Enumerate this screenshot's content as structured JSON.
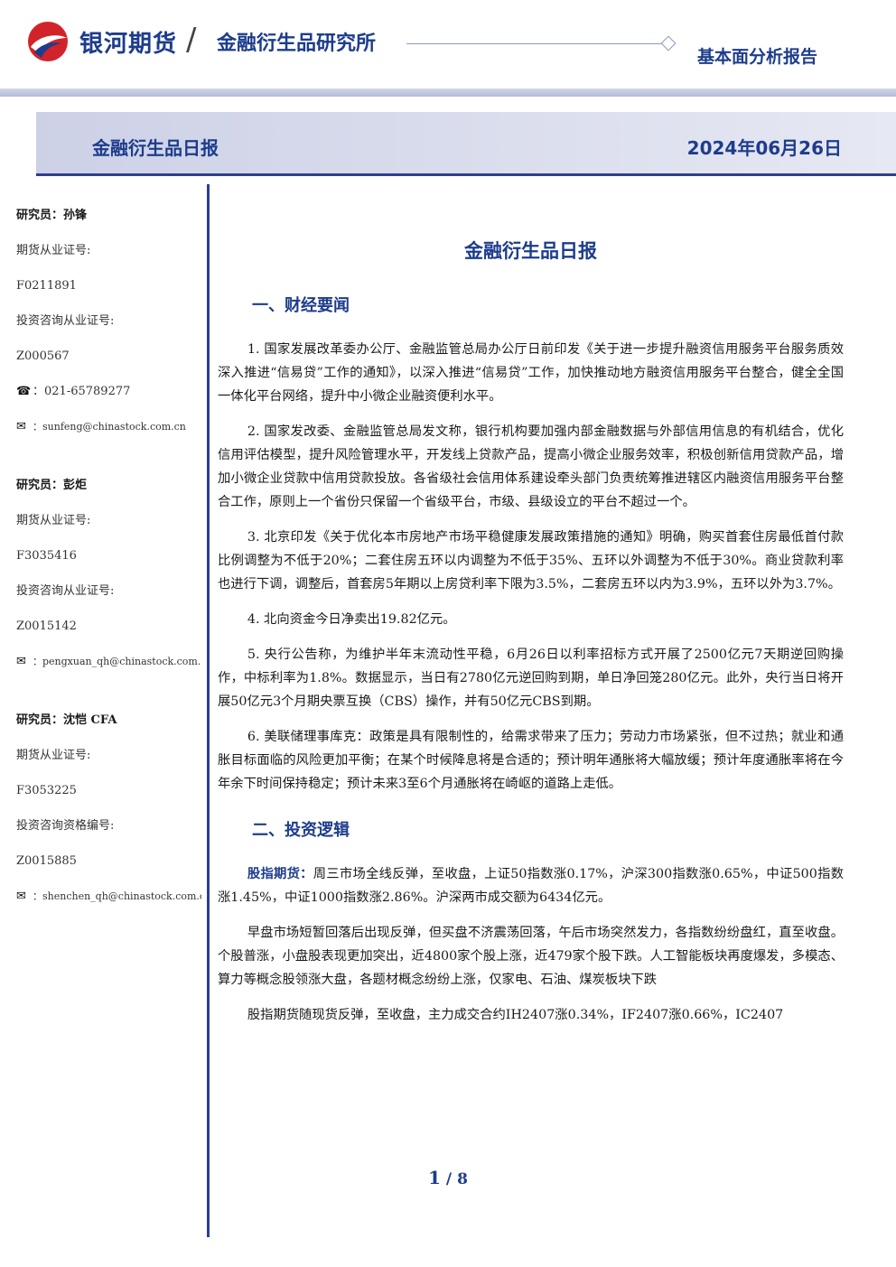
{
  "header": {
    "brand": "银河期货",
    "separator": "/",
    "institute": "金融衍生品研究所",
    "report_type": "基本面分析报告"
  },
  "banner": {
    "title": "金融衍生品日报",
    "date": "2024年06月26日"
  },
  "analysts": [
    {
      "name": "研究员：孙锋",
      "futures_cert_label": "期货从业证号:",
      "futures_cert": "F0211891",
      "consult_label": "投资咨询从业证号:",
      "consult_cert": "Z000567",
      "phone_prefix": "：",
      "phone": "021-65789277",
      "email_prefix": "：",
      "email": "sunfeng@chinastock.com.cn"
    },
    {
      "name": "研究员：彭炬",
      "futures_cert_label": "期货从业证号:",
      "futures_cert": "F3035416",
      "consult_label": "投资咨询从业证号:",
      "consult_cert": "Z0015142",
      "email_prefix": "：",
      "email": "pengxuan_qh@chinastock.com.cn"
    },
    {
      "name": "研究员：沈恺 CFA",
      "futures_cert_label": "期货从业证号:",
      "futures_cert": "F3053225",
      "consult_label": "投资咨询资格编号:",
      "consult_cert": "Z0015885",
      "email_prefix": "：",
      "email": "shenchen_qh@chinastock.com.cn"
    }
  ],
  "main": {
    "title": "金融衍生品日报",
    "section1": {
      "heading": "一、财经要闻",
      "items": [
        "1. 国家发展改革委办公厅、金融监管总局办公厅日前印发《关于进一步提升融资信用服务平台服务质效深入推进“信易贷”工作的通知》，以深入推进“信易贷”工作，加快推动地方融资信用服务平台整合，健全全国一体化平台网络，提升中小微企业融资便利水平。",
        "2. 国家发改委、金融监管总局发文称，银行机构要加强内部金融数据与外部信用信息的有机结合，优化信用评估模型，提升风险管理水平，开发线上贷款产品，提高小微企业服务效率，积极创新信用贷款产品，增加小微企业贷款中信用贷款投放。各省级社会信用体系建设牵头部门负责统筹推进辖区内融资信用服务平台整合工作，原则上一个省份只保留一个省级平台，市级、县级设立的平台不超过一个。",
        "3. 北京印发《关于优化本市房地产市场平稳健康发展政策措施的通知》明确，购买首套住房最低首付款比例调整为不低于20%；二套住房五环以内调整为不低于35%、五环以外调整为不低于30%。商业贷款利率也进行下调，调整后，首套房5年期以上房贷利率下限为3.5%，二套房五环以内为3.9%，五环以外为3.7%。",
        "4. 北向资金今日净卖出19.82亿元。",
        "5. 央行公告称，为维护半年末流动性平稳，6月26日以利率招标方式开展了2500亿元7天期逆回购操作，中标利率为1.8%。数据显示，当日有2780亿元逆回购到期，单日净回笼280亿元。此外，央行当日将开展50亿元3个月期央票互换（CBS）操作，并有50亿元CBS到期。",
        "6. 美联储理事库克：政策是具有限制性的，给需求带来了压力；劳动力市场紧张，但不过热；就业和通胀目标面临的风险更加平衡；在某个时候降息将是合适的；预计明年通胀将大幅放缓；预计年度通胀率将在今年余下时间保持稳定；预计未来3至6个月通胀将在崎岖的道路上走低。"
      ]
    },
    "section2": {
      "heading": "二、投资逻辑",
      "lead_label": "股指期货：",
      "lead_text": "周三市场全线反弹，至收盘，上证50指数涨0.17%，沪深300指数涨0.65%，中证500指数涨1.45%，中证1000指数涨2.86%。沪深两市成交额为6434亿元。",
      "para2": "早盘市场短暂回落后出现反弹，但买盘不济震荡回落，午后市场突然发力，各指数纷纷盘红，直至收盘。个股普涨，小盘股表现更加突出，近4800家个股上涨，近479家个股下跌。人工智能板块再度爆发，多模态、算力等概念股领涨大盘，各题材概念纷纷上涨，仅家电、石油、煤炭板块下跌",
      "para3": "股指期货随现货反弹，至收盘，主力成交合约IH2407涨0.34%，IF2407涨0.66%，IC2407"
    }
  },
  "footer": {
    "page_current": "1",
    "page_sep": "/",
    "page_total": "8"
  }
}
